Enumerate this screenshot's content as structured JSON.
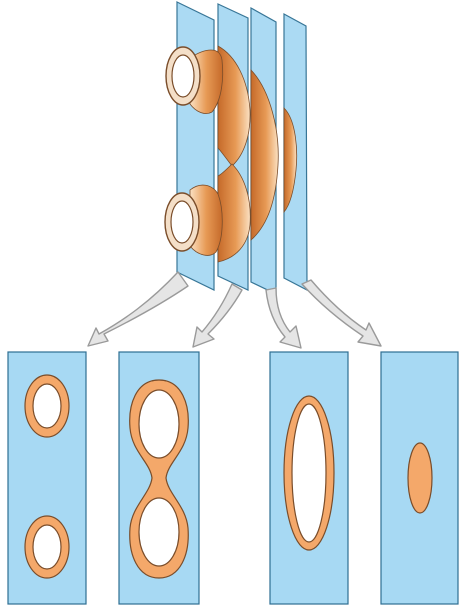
{
  "diagram": {
    "description_text": "",
    "colors": {
      "plane_fill": "#a7d9f3",
      "plane_stroke": "#2e6f92",
      "section_fill": "#f4a86a",
      "section_stroke": "#7a4d2a",
      "hole_fill": "#ffffff",
      "surface_dark": "#c56a2a",
      "surface_mid": "#e79a55",
      "surface_light": "#fbe1c3",
      "arrow_fill": "#e5e5e5",
      "arrow_stroke": "#9a9a9a"
    },
    "cross_sections": [
      {
        "shape": "two-separate-rings"
      },
      {
        "shape": "figure-eight"
      },
      {
        "shape": "single-ring"
      },
      {
        "shape": "solid-disk"
      }
    ],
    "slicing_planes": 4,
    "arrows": 4
  }
}
